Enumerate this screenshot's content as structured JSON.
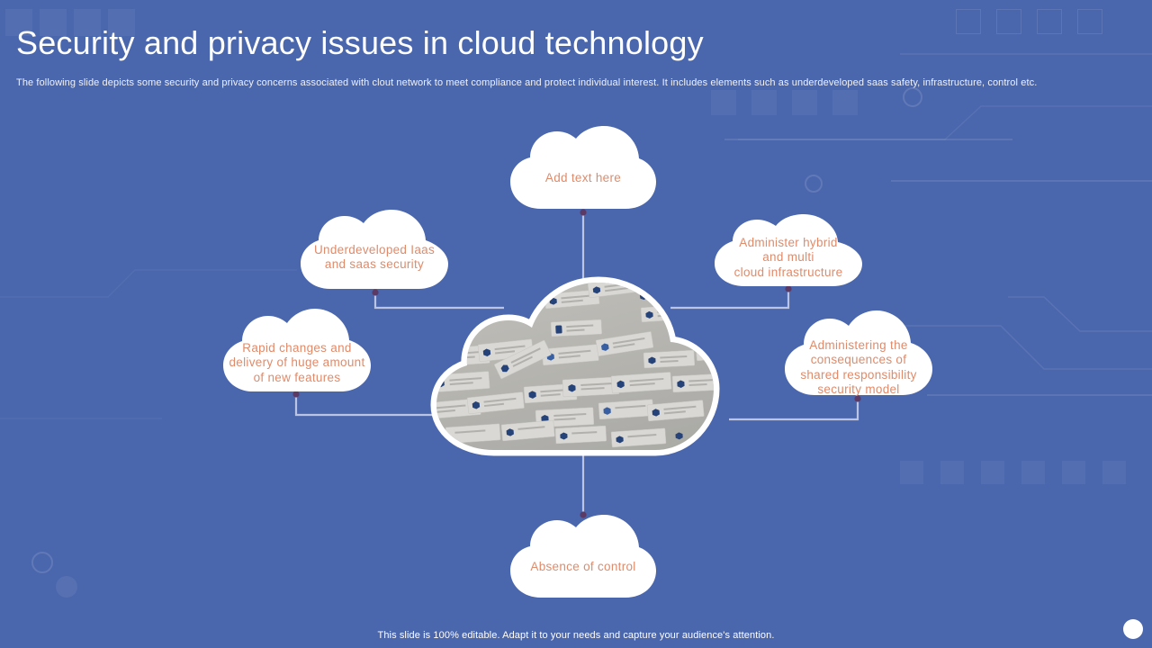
{
  "slide": {
    "title": "Security and privacy issues in cloud technology",
    "subtitle": "The following slide depicts some security and privacy concerns associated with clout network to meet compliance and protect individual interest. It includes elements such as underdeveloped saas safety, infrastructure, control etc.",
    "footer_note": "This slide is 100% editable. Adapt it to your needs and capture your audience's attention.",
    "background_color": "#4a66ad",
    "title_color": "#ffffff",
    "label_color": "#e08b6a",
    "connector_color": "#bcc4e4",
    "connector_dot_color": "#5b3a66",
    "cloud_fill_color": "#ffffff"
  },
  "clouds": [
    {
      "id": "top",
      "label": "Add text here"
    },
    {
      "id": "upper-left",
      "label": "Underdeveloped  Iaas\nand saas security"
    },
    {
      "id": "mid-left",
      "label": "Rapid changes and\ndelivery of huge amount\nof new features"
    },
    {
      "id": "upper-right",
      "label": "Administer hybrid\nand multi\ncloud infrastructure"
    },
    {
      "id": "mid-right",
      "label": "Administering the\nconsequences of\nshared responsibility\nsecurity model"
    },
    {
      "id": "bottom",
      "label": "Absence of control"
    },
    {
      "id": "center",
      "label": ""
    }
  ]
}
